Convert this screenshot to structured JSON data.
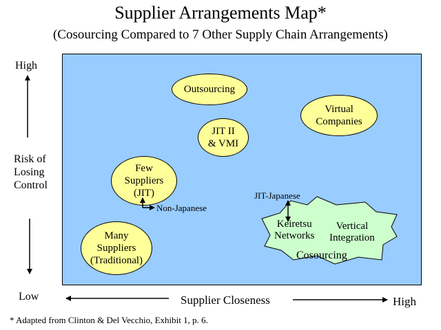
{
  "title": "Supplier Arrangements Map*",
  "subtitle": "(Cosourcing Compared to 7 Other Supply Chain Arrangements)",
  "y_axis": {
    "high": "High",
    "low": "Low",
    "label_lines": [
      "Risk of",
      "Losing",
      "Control"
    ]
  },
  "x_axis": {
    "label": "Supplier Closeness",
    "high": "High"
  },
  "nodes": {
    "outsourcing": "Outsourcing",
    "virtual": [
      "Virtual",
      "Companies"
    ],
    "jit2": [
      "JIT II",
      "& VMI"
    ],
    "few": [
      "Few",
      "Suppliers",
      "(JIT)"
    ],
    "many": [
      "Many",
      "Suppliers",
      "(Traditional)"
    ]
  },
  "annotations": {
    "non_japanese": "Non-Japanese",
    "jit_japanese": "JIT-Japanese"
  },
  "cosourcing": {
    "keiretsu": [
      "Keiretsu",
      "Networks"
    ],
    "vertical": [
      "Vertical",
      "Integration"
    ],
    "label": "Cosourcing"
  },
  "footnote": "* Adapted from Clinton & Del Vecchio, Exhibit 1, p. 6.",
  "colors": {
    "plot_background": "#99ccff",
    "ellipse_fill": "#ffff99",
    "star_fill": "#ccffcc"
  }
}
